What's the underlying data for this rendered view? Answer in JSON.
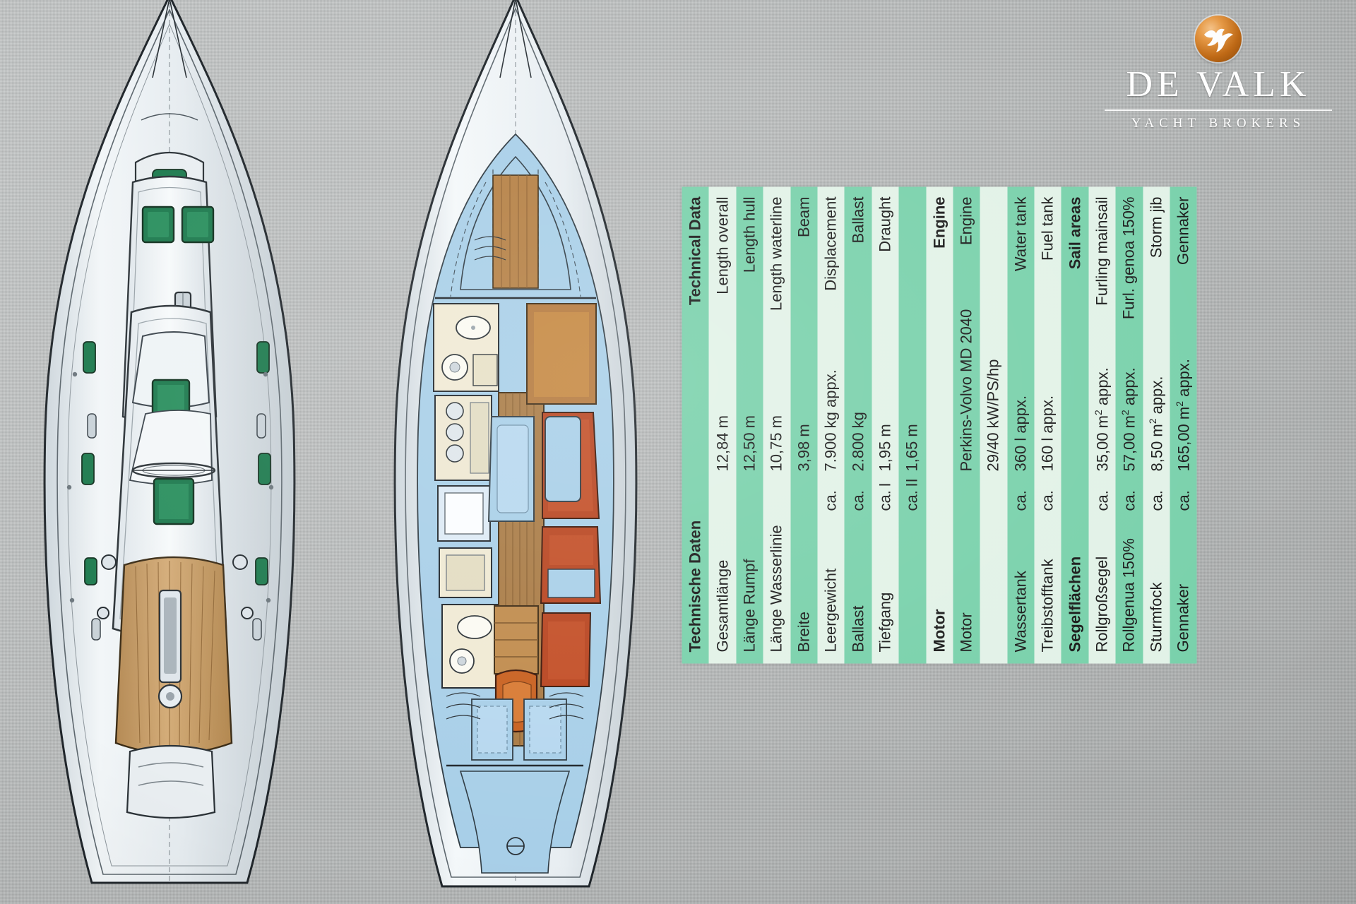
{
  "brand": {
    "name": "DE VALK",
    "tagline": "YACHT BROKERS",
    "mark_icon": "falcon-icon",
    "mark_color": "#c06a16",
    "text_color": "#ffffff"
  },
  "spec_table": {
    "accent_dark": "#79d1ab",
    "accent_light": "#e2f2e7",
    "sections": [
      {
        "header_de": "Technische Daten",
        "header_en": "Technical Data",
        "rows": [
          {
            "de": "Gesamtlänge",
            "value": "12,84 m",
            "en": "Length overall",
            "ca": "",
            "rom": ""
          },
          {
            "de": "Länge Rumpf",
            "value": "12,50 m",
            "en": "Length hull",
            "ca": "",
            "rom": ""
          },
          {
            "de": "Länge Wasserlinie",
            "value": "10,75 m",
            "en": "Length waterline",
            "ca": "",
            "rom": ""
          },
          {
            "de": "Breite",
            "value": "3,98 m",
            "en": "Beam",
            "ca": "",
            "rom": ""
          },
          {
            "de": "Leergewicht",
            "value": "7.900 kg appx.",
            "en": "Displacement",
            "ca": "ca.",
            "rom": ""
          },
          {
            "de": "Ballast",
            "value": "2.800 kg",
            "en": "Ballast",
            "ca": "ca.",
            "rom": ""
          },
          {
            "de": "Tiefgang",
            "value": "1,95 m",
            "en": "Draught",
            "ca": "ca.",
            "rom": "I"
          },
          {
            "de": "",
            "value": "1,65 m",
            "en": "",
            "ca": "ca.",
            "rom": "II"
          }
        ]
      },
      {
        "header_de": "Motor",
        "header_en": "Engine",
        "rows": [
          {
            "de": "Motor",
            "value": "Perkins-Volvo MD 2040",
            "en": "Engine",
            "ca": "",
            "rom": ""
          },
          {
            "de": "",
            "value": "29/40 kW/PS/hp",
            "en": "",
            "ca": "",
            "rom": ""
          },
          {
            "de": "Wassertank",
            "value": "360 l appx.",
            "en": "Water tank",
            "ca": "ca.",
            "rom": ""
          },
          {
            "de": "Treibstofftank",
            "value": "160 l appx.",
            "en": "Fuel tank",
            "ca": "ca.",
            "rom": ""
          }
        ]
      },
      {
        "header_de": "Segelflächen",
        "header_en": "Sail areas",
        "rows": [
          {
            "de": "Rollgroßsegel",
            "value": "35,00 m² appx.",
            "en": "Furling mainsail",
            "ca": "ca.",
            "rom": ""
          },
          {
            "de": "Rollgenua 150%",
            "value": "57,00 m² appx.",
            "en": "Furl. genoa 150%",
            "ca": "ca.",
            "rom": ""
          },
          {
            "de": "Sturmfock",
            "value": "8,50 m² appx.",
            "en": "Storm jib",
            "ca": "ca.",
            "rom": ""
          },
          {
            "de": "Gennaker",
            "value": "165,00 m² appx.",
            "en": "Gennaker",
            "ca": "ca.",
            "rom": ""
          }
        ]
      }
    ]
  },
  "drawings": {
    "deck_plan": {
      "title": "deck-layout-plan",
      "hull_color": "#e9eef1",
      "teak_color": "#c8a06a",
      "window_color": "#1d7a4e"
    },
    "accommodation_plan": {
      "title": "accommodation-layout-plan",
      "water_color": "#a8cfe8",
      "wood_color": "#b5793c",
      "upholstery_color": "#b8441f",
      "teak_color": "#a97b45"
    }
  }
}
